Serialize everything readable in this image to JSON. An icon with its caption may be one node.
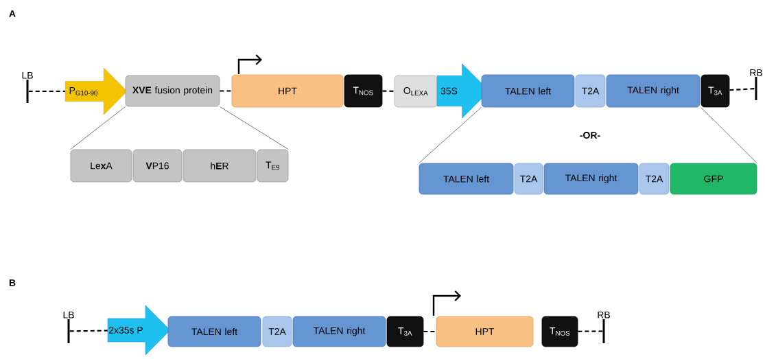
{
  "diagram": {
    "nodes": [
      {
        "text": [
          "LB"
        ]
      },
      {
        "text": [
          "P$_{G10-90}$"
        ]
      },
      {
        "text": [
          "**XVE** fusion protein"
        ]
      },
      {
        "text": [
          "HPT"
        ]
      },
      {
        "text": [
          "T$_{NOS}$"
        ]
      },
      {
        "text": [
          "O$_{LEXA}$"
        ]
      },
      {
        "text": [
          "35S"
        ]
      },
      {
        "text": [
          "TALEN left"
        ]
      },
      {
        "text": [
          "T2A"
        ]
      },
      {
        "text": [
          "TALEN right"
        ]
      },
      {
        "text": [
          "T$_{3A}$"
        ]
      },
      {
        "text": [
          "RB"
        ]
      },
      {
        "text": [
          "Le**x**A"
        ]
      },
      {
        "text": [
          "**V**P16"
        ]
      },
      {
        "text": [
          "h**E**R"
        ]
      },
      {
        "text": [
          "T$_{E9}$"
        ]
      },
      {
        "text": [
          "TALEN left"
        ]
      },
      {
        "text": [
          "T2A"
        ]
      },
      {
        "text": [
          "TALEN right"
        ]
      },
      {
        "text": [
          "T2A"
        ]
      },
      {
        "text": [
          "GFP"
        ]
      },
      {
        "text": [
          "LB"
        ]
      },
      {
        "text": [
          "2x35s P"
        ]
      },
      {
        "text": [
          "TALEN left"
        ]
      },
      {
        "text": [
          "T2A"
        ]
      },
      {
        "text": [
          "TALEN right"
        ]
      },
      {
        "text": [
          "T$_{3A}$"
        ]
      },
      {
        "text": [
          "HPT"
        ]
      },
      {
        "text": [
          "T$_{NOS}$"
        ]
      },
      {
        "text": [
          "RB"
        ]
      }
    ],
    "edges": [
      {
        "from": 0,
        "to": 1,
        "arrow": "none",
        "style": "dashed"
      },
      {
        "from": 2,
        "to": 3,
        "arrow": "none",
        "style": "dashed"
      },
      {
        "from": 4,
        "to": 5,
        "arrow": "none",
        "style": "dashed"
      },
      {
        "from": 10,
        "to": 11,
        "arrow": "none",
        "style": "dashed"
      },
      {
        "from": 2,
        "to": 12,
        "arrow": "none",
        "color": "#404040"
      },
      {
        "from": 2,
        "to": 15,
        "arrow": "none",
        "color": "#404040"
      },
      {
        "from": 7,
        "to": 16,
        "arrow": "none",
        "color": "#404040"
      },
      {
        "from": 10,
        "to": 20,
        "arrow": "none",
        "color": "#404040"
      },
      {
        "from": 21,
        "to": 22,
        "arrow": "none",
        "style": "dashed"
      },
      {
        "from": 26,
        "to": 27,
        "arrow": "none",
        "style": "dashed"
      },
      {
        "from": 28,
        "to": 29,
        "arrow": "none",
        "style": "dashed"
      }
    ],
    "labels": [
      "A",
      "-OR-",
      "B"
    ]
  }
}
